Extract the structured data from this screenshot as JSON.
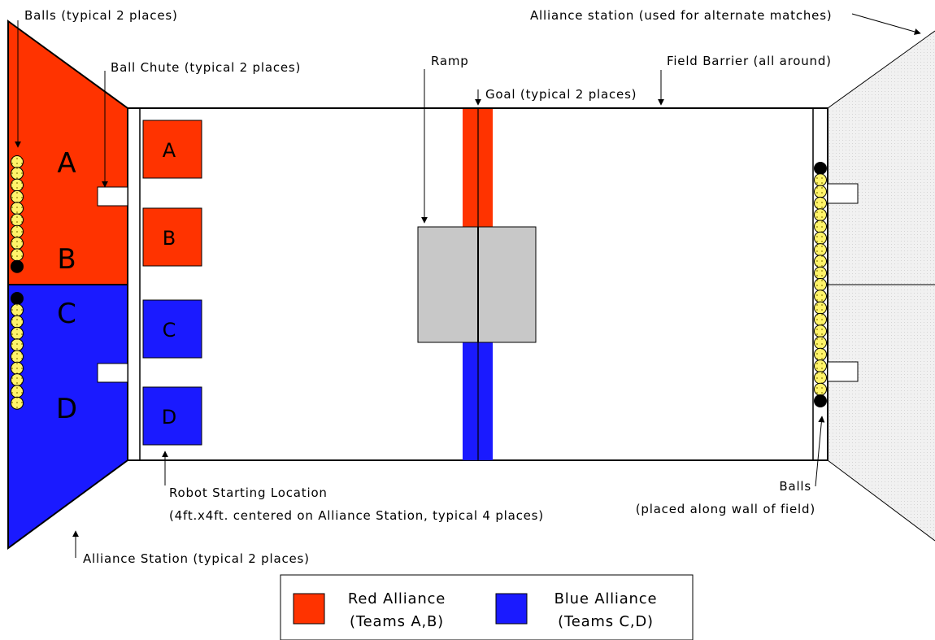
{
  "colors": {
    "red": "#ff3300",
    "blue": "#1a1aff",
    "ramp": "#c8c8c8",
    "ball": "#ffee00",
    "ball_black": "#000000",
    "alternate_station": "#ececec"
  },
  "annotations": {
    "balls_top": "Balls (typical 2 places)",
    "ball_chute": "Ball Chute (typical 2 places)",
    "ramp": "Ramp",
    "goal": "Goal (typical 2 places)",
    "field_barrier": "Field Barrier (all around)",
    "alt_station": "Alliance station (used for alternate matches)",
    "robot_start_line1": "Robot Starting Location",
    "robot_start_line2": "(4ft.x4ft. centered on Alliance Station, typical 4 places)",
    "balls_wall_line1": "Balls",
    "balls_wall_line2": "(placed along wall of field)",
    "alliance_station": "Alliance Station (typical 2 places)"
  },
  "stations": {
    "a": "A",
    "b": "B",
    "c": "C",
    "d": "D"
  },
  "robots": {
    "a": "A",
    "b": "B",
    "c": "C",
    "d": "D"
  },
  "legend": {
    "red_line1": "Red Alliance",
    "red_line2": "(Teams A,B)",
    "blue_line1": "Blue Alliance",
    "blue_line2": "(Teams C,D)"
  }
}
